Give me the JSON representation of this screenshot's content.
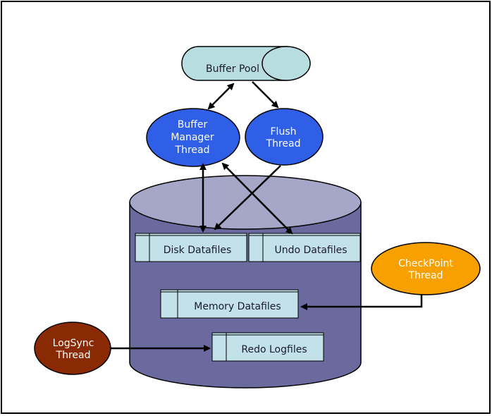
{
  "diagram": {
    "buffer_pool": {
      "label": "Buffer Pool"
    },
    "buffer_manager_thread": {
      "lines": [
        "Buffer",
        "Manager",
        "Thread"
      ]
    },
    "flush_thread": {
      "lines": [
        "Flush",
        "Thread"
      ]
    },
    "checkpoint_thread": {
      "lines": [
        "CheckPoint",
        "Thread"
      ]
    },
    "logsync_thread": {
      "lines": [
        "LogSync",
        "Thread"
      ]
    },
    "disk_datafiles": {
      "label": "Disk Datafiles"
    },
    "undo_datafiles": {
      "label": "Undo Datafiles"
    },
    "memory_datafiles": {
      "label": "Memory Datafiles"
    },
    "redo_logfiles": {
      "label": "Redo Logfiles"
    }
  },
  "colors": {
    "buffer_pool_fill": "#b8dde0",
    "thread_blue": "#2f5fe6",
    "checkpoint_orange": "#f7a000",
    "logsync_brown": "#8a2a05",
    "cylinder_body": "#6a6a9e",
    "cylinder_top": "#a6a6c8",
    "file_box": "#c2e1e8"
  }
}
